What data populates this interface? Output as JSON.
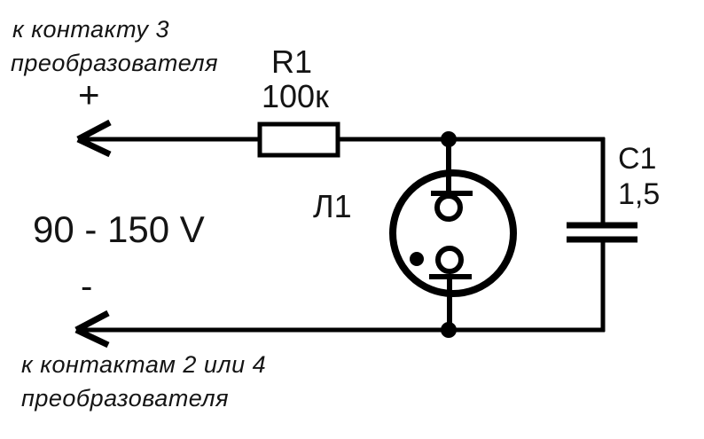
{
  "diagram": {
    "type": "electrical-schematic",
    "top_terminal": {
      "line1": "к контакту 3",
      "line2": "преобразователя",
      "polarity": "+"
    },
    "bottom_terminal": {
      "line1": "к контактам 2 или 4",
      "line2": "преобразователя",
      "polarity": "-"
    },
    "voltage_range": "90 - 150 V",
    "components": {
      "resistor": {
        "ref": "R1",
        "value": "100к"
      },
      "lamp": {
        "ref": "Л1"
      },
      "capacitor": {
        "ref": "C1",
        "value": "1,5"
      }
    },
    "colors": {
      "ink": "#000000",
      "background": "#ffffff"
    }
  }
}
